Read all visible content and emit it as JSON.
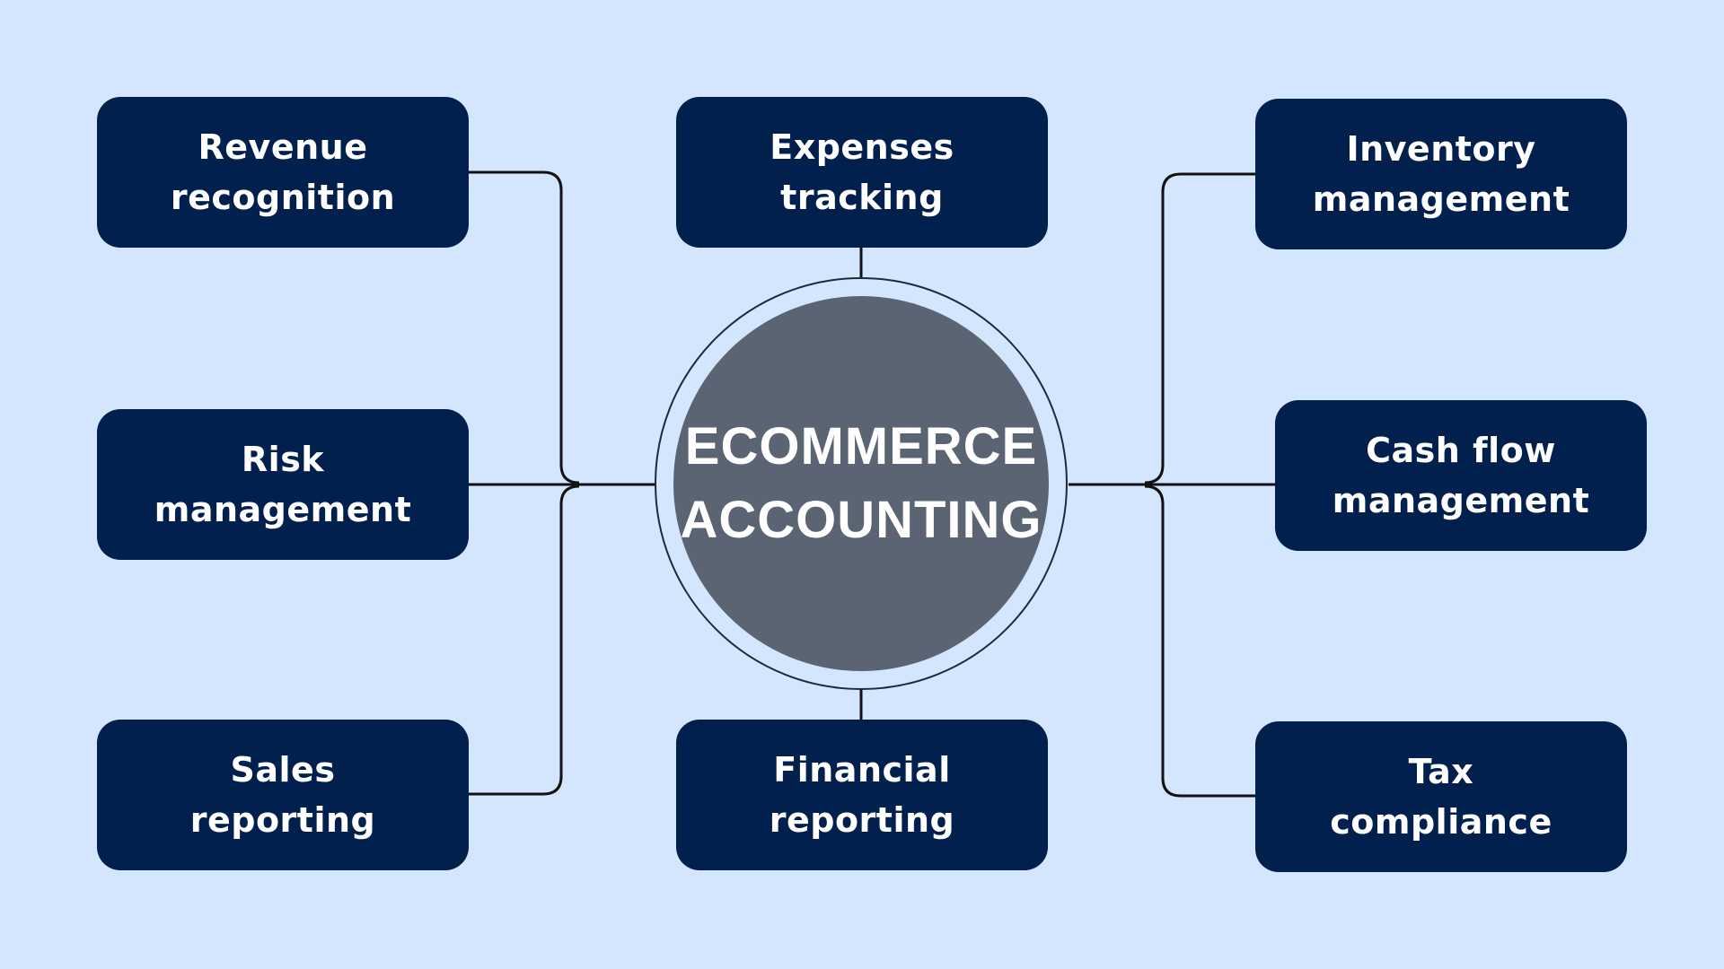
{
  "center": {
    "label": "ECOMMERCE\nACCOUNTING"
  },
  "nodes": {
    "revenue_recognition": "Revenue\nrecognition",
    "expenses_tracking": "Expenses\ntracking",
    "inventory_management": "Inventory\nmanagement",
    "risk_management": "Risk\nmanagement",
    "cash_flow_management": "Cash flow\nmanagement",
    "sales_reporting": "Sales\nreporting",
    "financial_reporting": "Financial\nreporting",
    "tax_compliance": "Tax\ncompliance"
  },
  "colors": {
    "background": "#d3e6fe",
    "node_fill": "#01204e",
    "hub_fill": "#5a6472",
    "line": "#111111"
  }
}
